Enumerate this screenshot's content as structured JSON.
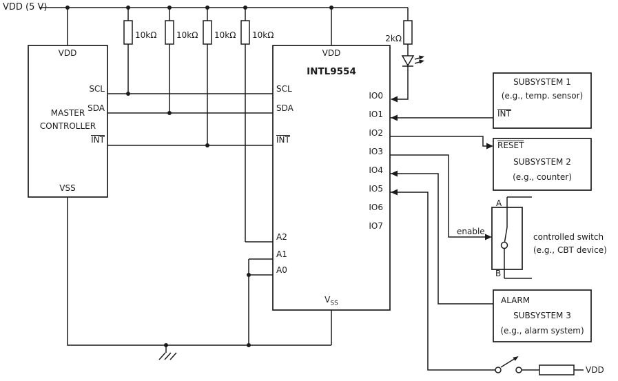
{
  "labels": {
    "vdd_rail": "VDD (5 V)",
    "pullup_r": [
      "10kΩ",
      "10kΩ",
      "10kΩ",
      "10kΩ"
    ],
    "led_r": "2kΩ"
  },
  "master": {
    "vdd": "VDD",
    "vss": "VSS",
    "name1": "MASTER",
    "name2": "CONTROLLER",
    "pins": {
      "scl": "SCL",
      "sda": "SDA",
      "int": "INT"
    }
  },
  "chip": {
    "name": "INTL9554",
    "vdd": "VDD",
    "vss_base": "V",
    "vss_sub": "SS",
    "left_pins": {
      "scl": "SCL",
      "sda": "SDA",
      "int": "INT",
      "a2": "A2",
      "a1": "A1",
      "a0": "A0"
    },
    "right_pins": [
      "IO0",
      "IO1",
      "IO2",
      "IO3",
      "IO4",
      "IO5",
      "IO6",
      "IO7"
    ]
  },
  "subsystem1": {
    "title": "SUBSYSTEM 1",
    "subtitle": "(e.g., temp. sensor)",
    "pin_int": "INT"
  },
  "subsystem2": {
    "pin_reset": "RESET",
    "title": "SUBSYSTEM 2",
    "subtitle": "(e.g., counter)"
  },
  "switch": {
    "terminal_a": "A",
    "terminal_b": "B",
    "enable": "enable",
    "caption1": "controlled switch",
    "caption2": "(e.g., CBT device)"
  },
  "subsystem3": {
    "line1": "ALARM",
    "line2": "SUBSYSTEM 3",
    "line3": "(e.g., alarm system)"
  },
  "pushbutton": {
    "vdd": "VDD"
  }
}
